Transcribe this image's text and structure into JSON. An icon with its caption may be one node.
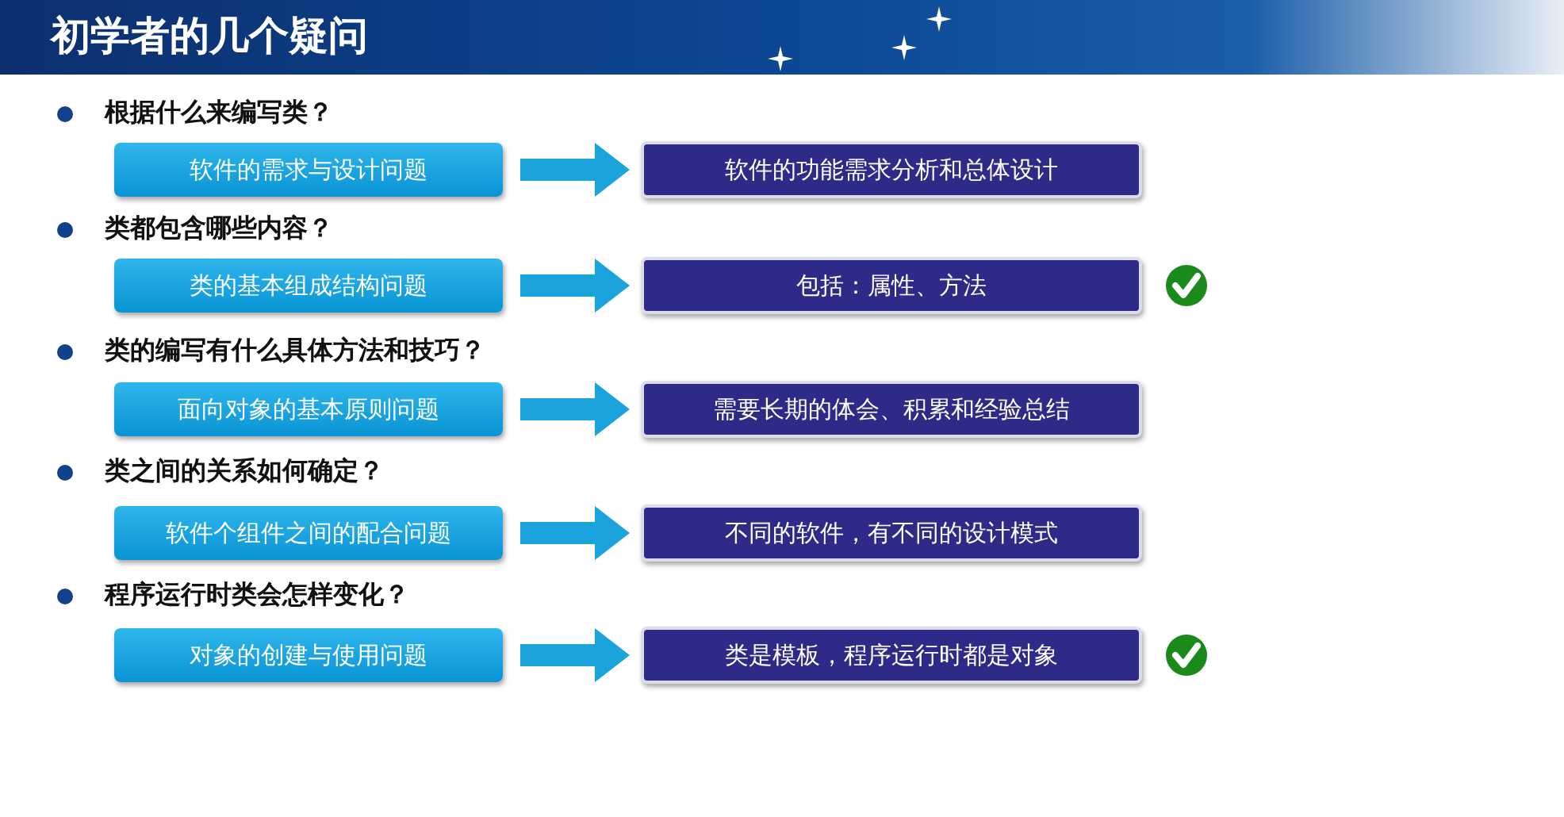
{
  "diagram": {
    "title": "初学者的几个疑问",
    "nodes": [
      {
        "text": [
          "软件的需求与设计问题"
        ]
      },
      {
        "text": [
          "软件的功能需求分析和总体设计"
        ]
      },
      {
        "text": [
          "类的基本组成结构问题"
        ]
      },
      {
        "text": [
          "包括：属性、方法"
        ]
      },
      {
        "text": [
          "面向对象的基本原则问题"
        ]
      },
      {
        "text": [
          "需要长期的体会、积累和经验总结"
        ]
      },
      {
        "text": [
          "软件个组件之间的配合问题"
        ]
      },
      {
        "text": [
          "不同的软件，有不同的设计模式"
        ]
      },
      {
        "text": [
          "对象的创建与使用问题"
        ]
      },
      {
        "text": [
          "类是模板，程序运行时都是对象"
        ]
      }
    ],
    "edges": [
      {
        "from": 0,
        "to": 1,
        "arrow": "to"
      },
      {
        "from": 2,
        "to": 3,
        "arrow": "to"
      },
      {
        "from": 4,
        "to": 5,
        "arrow": "to"
      },
      {
        "from": 6,
        "to": 7,
        "arrow": "to"
      },
      {
        "from": 8,
        "to": 9,
        "arrow": "to"
      }
    ],
    "labels": [
      "根据什么来编写类？",
      "类都包含哪些内容？",
      "类的编写有什么具体方法和技巧？",
      "类之间的关系如何确定？",
      "程序运行时类会怎样变化？"
    ]
  }
}
